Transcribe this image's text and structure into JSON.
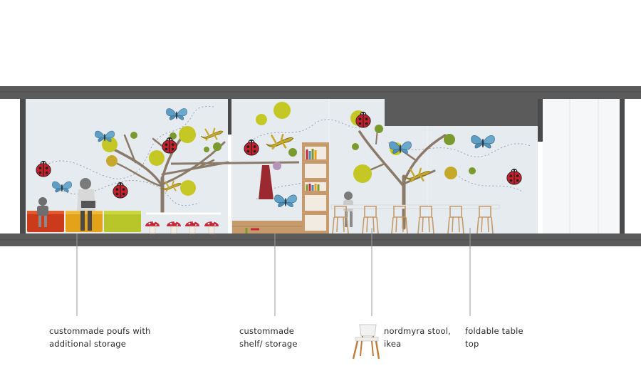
{
  "colors": {
    "slab": "#5b5b5b",
    "wall": "#e6ebef",
    "tree": "#8c7a68",
    "leaf_yellow": "#c5c724",
    "leaf_green": "#7a9a2e",
    "leaf_ochre": "#c6a92a",
    "butterfly": "#5f9ec4",
    "ladybug": "#c8202a",
    "wood": "#c69a6a",
    "pouf_red": "#cc3a1c",
    "pouf_orange": "#e3a21a",
    "pouf_lime": "#b8c62a",
    "mushroom": "#c62a3a",
    "leader": "#9a9a9a"
  },
  "icons": [
    "butterfly-icon",
    "ladybug-icon",
    "lizard-icon",
    "mushroom-stool-icon",
    "chair-icon"
  ],
  "labels": {
    "poufs": [
      "custommade poufs with",
      "additional storage"
    ],
    "shelf": [
      "custommade",
      "shelf/ storage"
    ],
    "stool": [
      "nordmyra stool,",
      "ikea"
    ],
    "table": [
      "foldable table",
      "top"
    ]
  }
}
